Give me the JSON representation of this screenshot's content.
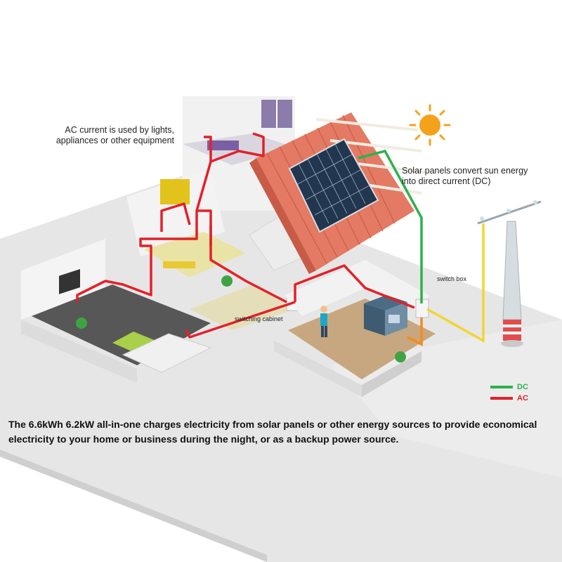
{
  "annotations": {
    "ac_use": "AC current is used by lights, appliances or other equipment",
    "solar": "Solar panels convert sun energy into direct current (DC)",
    "switch_box": "switch box",
    "switching_cabinet": "switching cabinet"
  },
  "legend": {
    "dc": {
      "label": "DC",
      "color": "#2bb24c"
    },
    "ac": {
      "label": "AC",
      "color": "#e3202a"
    }
  },
  "caption": "The 6.6kWh 6.2kW all-in-one charges electricity from solar panels or other energy sources to provide economical electricity to your home or business during the night, or as a backup power source.",
  "icons": {
    "sun": "sun-icon",
    "solar_panel": "solar-panel-icon",
    "battery": "battery-storage-icon",
    "power_pole": "utility-pole-icon"
  },
  "colors": {
    "dc_wire": "#2bb24c",
    "ac_wire": "#e3202a",
    "grid_wire": "#f2d535",
    "inverter_wire": "#f28c1e",
    "roof": "#e47a63",
    "panel": "#22364f",
    "sun": "#f5a21b"
  }
}
